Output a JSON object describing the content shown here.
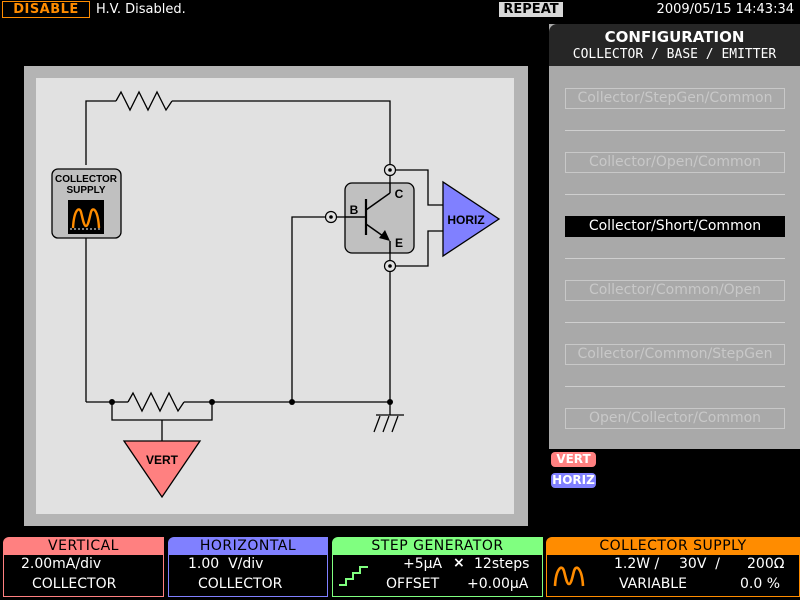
{
  "status_bar": {
    "disable_label": "DISABLE",
    "hv_status": "H.V. Disabled.",
    "repeat_label": "REPEAT",
    "datetime": "2009/05/15 14:43:34"
  },
  "configuration": {
    "title": "CONFIGURATION",
    "subtitle": "COLLECTOR / BASE / EMITTER",
    "options": [
      {
        "label": "Collector/StepGen/Common",
        "selected": false
      },
      {
        "label": "Collector/Open/Common",
        "selected": false
      },
      {
        "label": "Collector/Short/Common",
        "selected": true
      },
      {
        "label": "Collector/Common/Open",
        "selected": false
      },
      {
        "label": "Collector/Common/StepGen",
        "selected": false
      },
      {
        "label": "Open/Collector/Common",
        "selected": false
      }
    ]
  },
  "diagram": {
    "collector_supply_line1": "COLLECTOR",
    "collector_supply_line2": "SUPPLY",
    "terminal_base": "B",
    "terminal_collector": "C",
    "terminal_emitter": "E",
    "horiz_label": "HORIZ",
    "vert_label": "VERT"
  },
  "legend": {
    "vert": "VERT",
    "horiz": "HORIZ"
  },
  "bottom_panels": {
    "vertical": {
      "title": "VERTICAL",
      "line1": "2.00mA/div",
      "line2": "COLLECTOR"
    },
    "horizontal": {
      "title": "HORIZONTAL",
      "line1": "1.00  V/div",
      "line2": "COLLECTOR"
    },
    "step_generator": {
      "title": "STEP GENERATOR",
      "step": "+5μA",
      "multiply": "×",
      "steps": "12steps",
      "offset_label": "OFFSET",
      "offset_value": "+0.00μA"
    },
    "collector_supply": {
      "title": "COLLECTOR SUPPLY",
      "power": "1.2W /",
      "voltage": "30V  /",
      "resistance": "200Ω",
      "mode": "VARIABLE",
      "percent": "0.0 %"
    }
  },
  "colors": {
    "vertical": "#ff8080",
    "horizontal": "#8080ff",
    "step_generator": "#80ff80",
    "collector_supply": "#ff8c00"
  }
}
